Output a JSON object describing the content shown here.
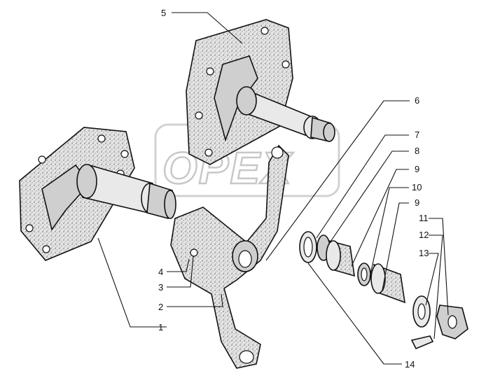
{
  "watermark": {
    "text": "OPEX"
  },
  "labels": {
    "l1": "1",
    "l2": "2",
    "l3": "3",
    "l4": "4",
    "l5": "5",
    "l6": "6",
    "l7": "7",
    "l8": "8",
    "l9a": "9",
    "l10": "10",
    "l9b": "9",
    "l11": "11",
    "l12": "12",
    "l13": "13",
    "l14": "14"
  },
  "colors": {
    "ink": "#111111",
    "paper": "#ffffff",
    "watermark": "#c8c8c8"
  }
}
